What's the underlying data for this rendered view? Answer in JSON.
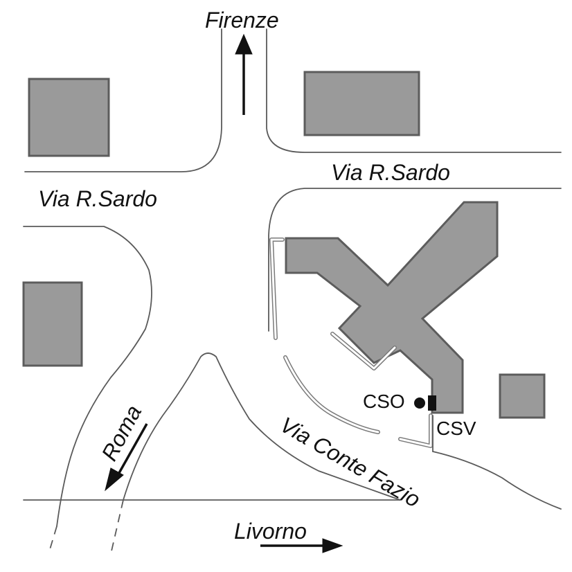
{
  "map": {
    "labels": {
      "firenze": "Firenze",
      "via_rsardo_top": "Via R.Sardo",
      "via_rsardo_left": "Via R.Sardo",
      "roma": "Roma",
      "via_conte_fazio": "Via Conte Fazio",
      "livorno": "Livorno",
      "cso": "CSO",
      "csv": "CSV"
    },
    "colors": {
      "building_fill": "#9a9a9a",
      "building_edge": "#5c5c5c",
      "road_line": "#5a5a5a",
      "marker": "#111111"
    },
    "icons": {
      "cso_marker": "filled-circle",
      "csv_marker": "filled-square",
      "direction": "arrow"
    }
  }
}
